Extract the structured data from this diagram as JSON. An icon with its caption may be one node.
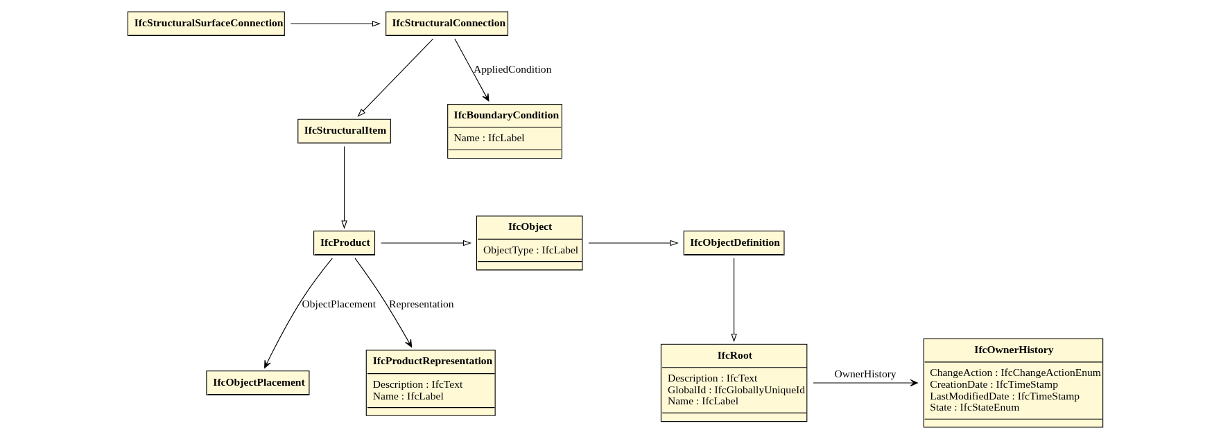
{
  "diagram": {
    "nodes": [
      {
        "text": [
          "IfcStructuralSurfaceConnection"
        ]
      },
      {
        "text": [
          "IfcStructuralConnection"
        ]
      },
      {
        "text": [
          "IfcStructuralItem"
        ]
      },
      {
        "text": [
          "IfcBoundaryCondition",
          "Name : IfcLabel"
        ]
      },
      {
        "text": [
          "IfcProduct"
        ]
      },
      {
        "text": [
          "IfcObject",
          "ObjectType : IfcLabel"
        ]
      },
      {
        "text": [
          "IfcObjectDefinition"
        ]
      },
      {
        "text": [
          "IfcObjectPlacement"
        ]
      },
      {
        "text": [
          "IfcProductRepresentation",
          "Description : IfcText",
          "Name : IfcLabel"
        ]
      },
      {
        "text": [
          "IfcRoot",
          "Description : IfcText",
          "GlobalId : IfcGloballyUniqueId",
          "Name : IfcLabel"
        ]
      },
      {
        "text": [
          "IfcOwnerHistory",
          "ChangeAction : IfcChangeActionEnum",
          "CreationDate : IfcTimeStamp",
          "LastModifiedDate : IfcTimeStamp",
          "State : IfcStateEnum"
        ]
      }
    ],
    "edges": [
      {
        "from": 0,
        "to": 1,
        "arrow": "to"
      },
      {
        "from": 1,
        "to": 2,
        "arrow": "to"
      },
      {
        "from": 1,
        "to": 3,
        "arrow": "to",
        "label": "AppliedCondition"
      },
      {
        "from": 2,
        "to": 4,
        "arrow": "to"
      },
      {
        "from": 4,
        "to": 5,
        "arrow": "to"
      },
      {
        "from": 5,
        "to": 6,
        "arrow": "to"
      },
      {
        "from": 4,
        "to": 7,
        "arrow": "to",
        "label": "ObjectPlacement"
      },
      {
        "from": 4,
        "to": 8,
        "arrow": "to",
        "label": "Representation"
      },
      {
        "from": 6,
        "to": 9,
        "arrow": "to"
      },
      {
        "from": 9,
        "to": 10,
        "arrow": "to",
        "label": "OwnerHistory"
      }
    ]
  }
}
